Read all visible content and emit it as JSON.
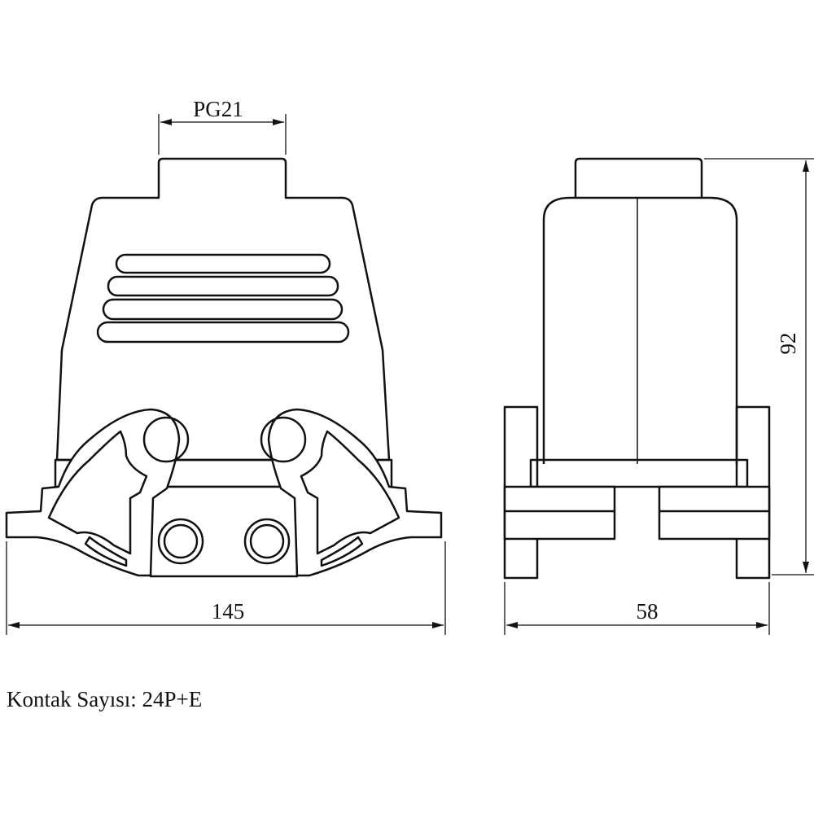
{
  "dimensions": {
    "thread": "PG21",
    "width_front": "145",
    "width_side": "58",
    "height": "92"
  },
  "caption": "Kontak Sayısı: 24P+E",
  "colors": {
    "line": "#111111",
    "background": "#ffffff"
  }
}
